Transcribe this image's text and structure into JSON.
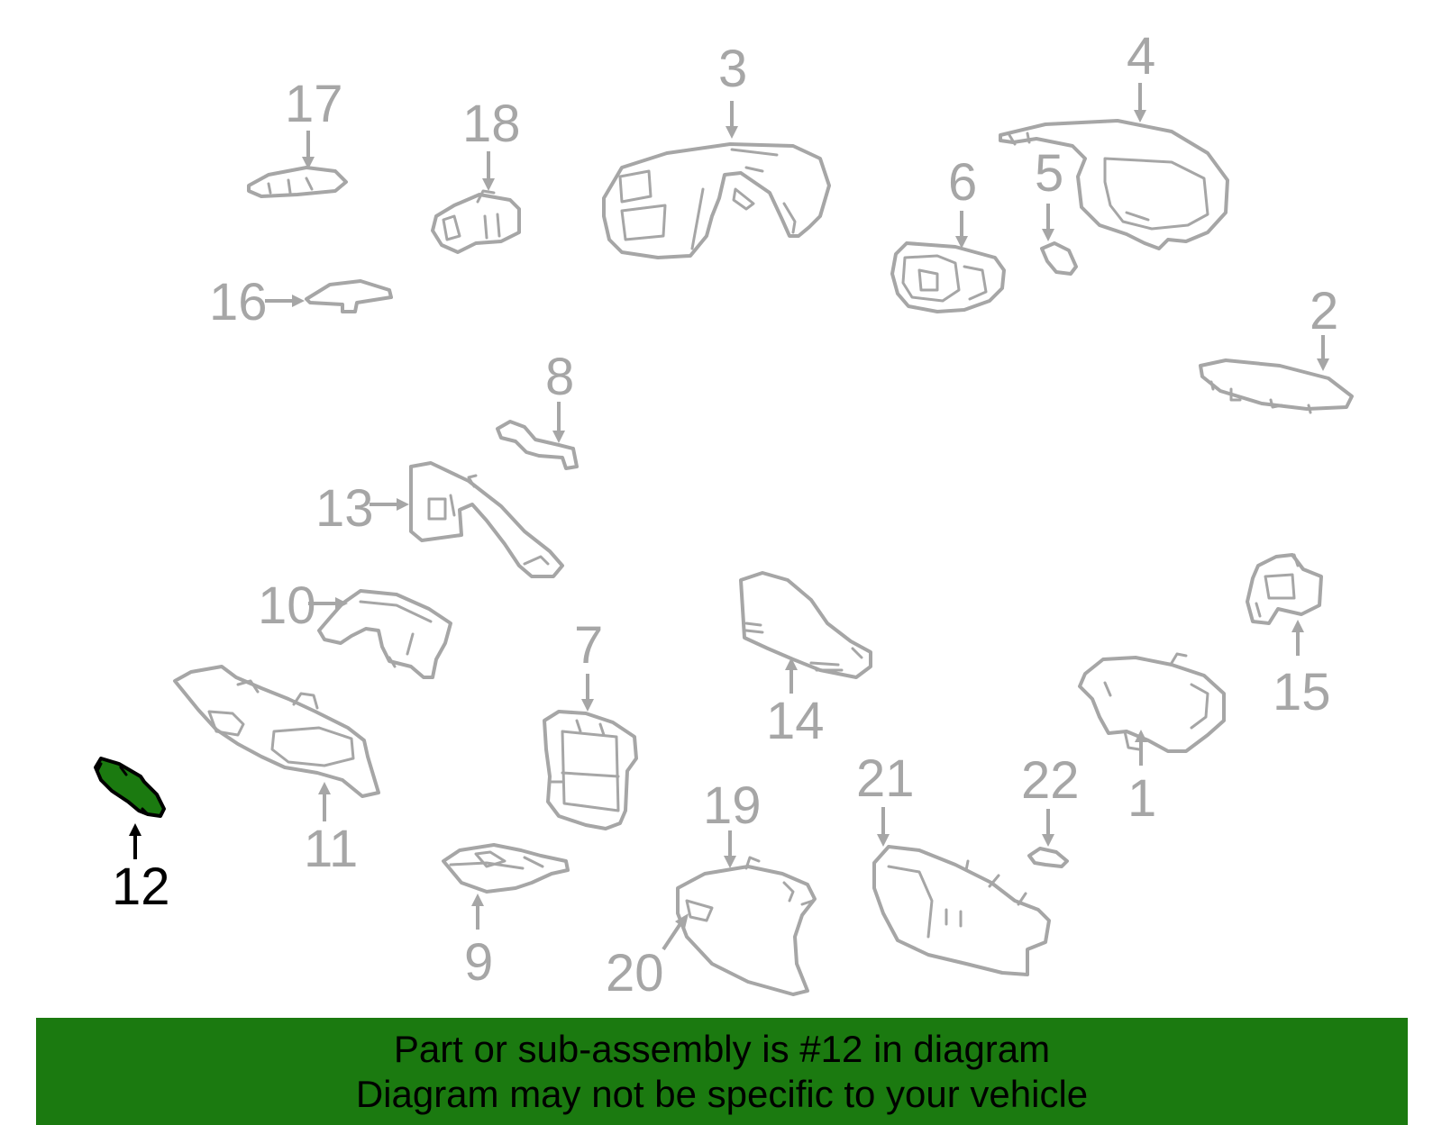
{
  "banner": {
    "line1": "Part or sub-assembly is #12 in diagram",
    "line2": "Diagram may not be specific to your vehicle"
  },
  "colors": {
    "highlight": "#1b7a10",
    "part_outline": "#a6a6a6",
    "selected_outline": "#000000"
  },
  "selected_part": "12",
  "labels": {
    "p1": "1",
    "p2": "2",
    "p3": "3",
    "p4": "4",
    "p5": "5",
    "p6": "6",
    "p7": "7",
    "p8": "8",
    "p9": "9",
    "p10": "10",
    "p11": "11",
    "p12": "12",
    "p13": "13",
    "p14": "14",
    "p15": "15",
    "p16": "16",
    "p17": "17",
    "p18": "18",
    "p19": "19",
    "p20": "20",
    "p21": "21",
    "p22": "22"
  }
}
